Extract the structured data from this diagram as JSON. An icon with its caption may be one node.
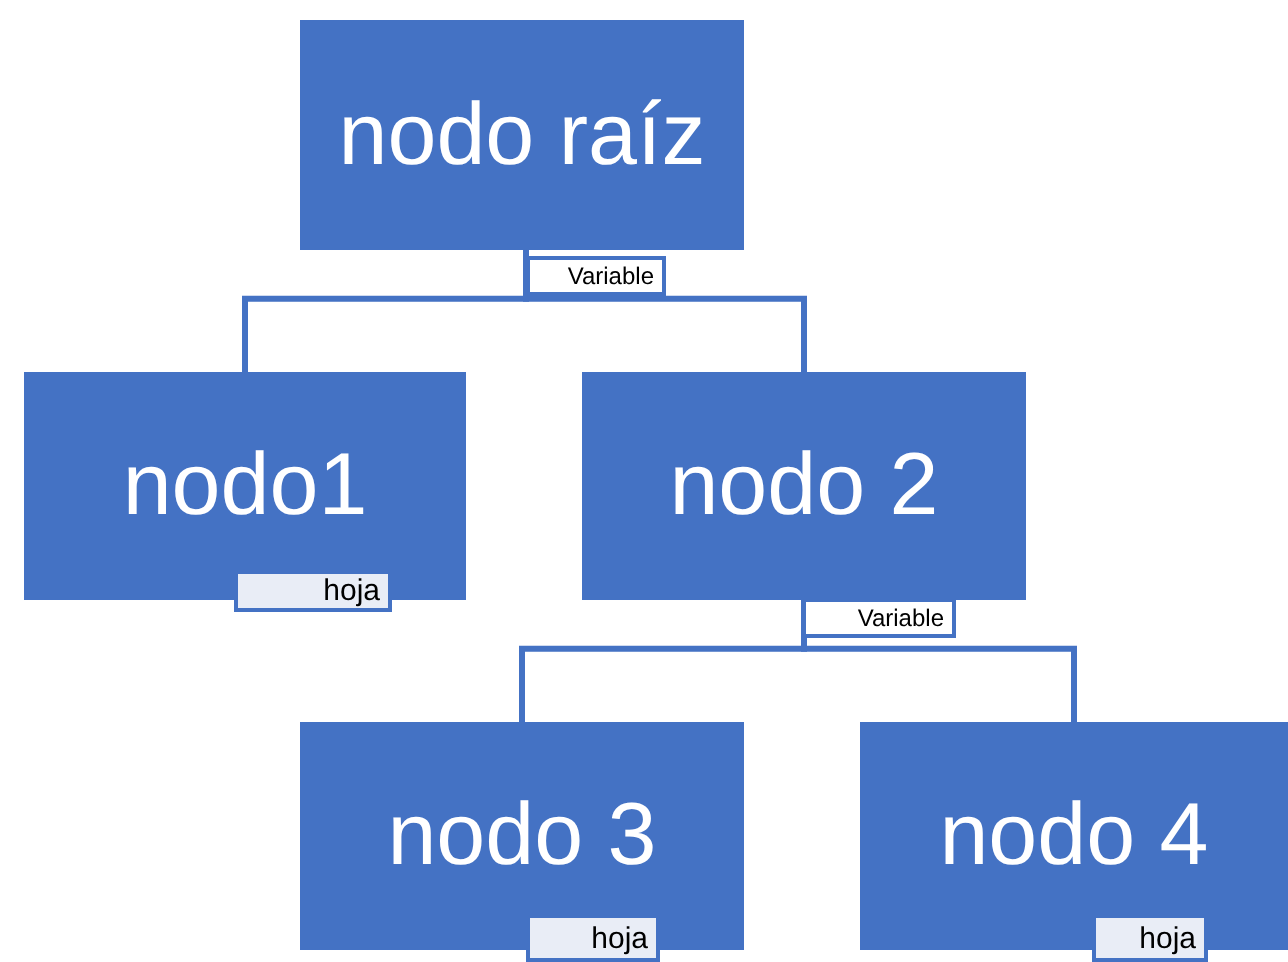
{
  "diagram": {
    "nodes": [
      {
        "text": [
          "nodo raíz"
        ]
      },
      {
        "text": [
          "Variable"
        ]
      },
      {
        "text": [
          "nodo1"
        ]
      },
      {
        "text": [
          "hoja"
        ]
      },
      {
        "text": [
          "nodo 2"
        ]
      },
      {
        "text": [
          "Variable"
        ]
      },
      {
        "text": [
          "nodo 3"
        ]
      },
      {
        "text": [
          "hoja"
        ]
      },
      {
        "text": [
          "nodo 4"
        ]
      },
      {
        "text": [
          "hoja"
        ]
      }
    ],
    "edges": [
      {
        "from": 0,
        "to": 2,
        "arrow": "none"
      },
      {
        "from": 0,
        "to": 4,
        "arrow": "none"
      },
      {
        "from": 4,
        "to": 6,
        "arrow": "none"
      },
      {
        "from": 4,
        "to": 8,
        "arrow": "none"
      }
    ]
  }
}
